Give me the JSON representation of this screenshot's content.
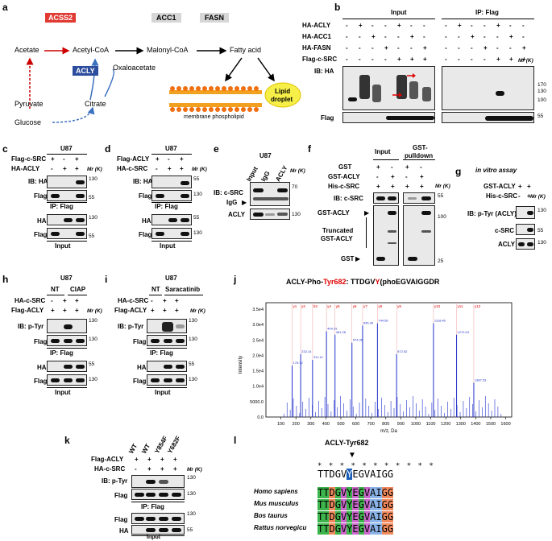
{
  "panel_a": {
    "label": "a",
    "acss2": "ACSS2",
    "acc1": "ACC1",
    "fasn": "FASN",
    "acly": "ACLY",
    "acetate": "Acetate",
    "acetylcoa": "Acetyl-CoA",
    "malonylcoa": "Malonyl-CoA",
    "fattyacid": "Fatty acid",
    "oxaloacetate": "Oxaloacetate",
    "citrate": "Citrate",
    "pyruvate": "Pyruvate",
    "glucose": "Glucose",
    "membrane": "membrane phospholipid",
    "lipid1": "Lipid",
    "lipid2": "droplet"
  },
  "panel_b": {
    "label": "b",
    "input": "Input",
    "ip": "IP: Flag",
    "rows": [
      "HA-ACLY",
      "HA-ACC1",
      "HA-FASN",
      "Flag-c-SRC"
    ],
    "ib_ha": "IB: HA",
    "flag": "Flag",
    "mr": "Mr (K)",
    "mw": [
      "170",
      "130",
      "100",
      "55"
    ],
    "signs": [
      [
        "-",
        "+",
        "-",
        "-",
        "+",
        "-",
        "-"
      ],
      [
        "-",
        "-",
        "+",
        "-",
        "-",
        "+",
        "-"
      ],
      [
        "-",
        "-",
        "-",
        "+",
        "-",
        "-",
        "+"
      ],
      [
        "-",
        "-",
        "-",
        "-",
        "+",
        "+",
        "+"
      ]
    ],
    "signs_ip": [
      [
        "-",
        "+",
        "-",
        "-",
        "+",
        "-",
        "-"
      ],
      [
        "-",
        "-",
        "+",
        "-",
        "-",
        "+",
        "-"
      ],
      [
        "-",
        "-",
        "-",
        "+",
        "-",
        "-",
        "+"
      ],
      [
        "-",
        "-",
        "-",
        "-",
        "+",
        "+",
        "+"
      ]
    ]
  },
  "panel_c": {
    "label": "c",
    "cell": "U87",
    "rows": [
      "Flag-c-SRC",
      "HA-ACLY"
    ],
    "signs": [
      [
        "+",
        "-",
        "+"
      ],
      [
        "-",
        "+",
        "+"
      ]
    ],
    "mr": "Mr (K)",
    "ib": "IB: HA",
    "flag": "Flag",
    "ip": "IP: Flag",
    "ha": "HA",
    "input": "Input",
    "mw": [
      "130",
      "55",
      "130",
      "55"
    ]
  },
  "panel_d": {
    "label": "d",
    "cell": "U87",
    "rows": [
      "Flag-ACLY",
      "HA-c-SRC"
    ],
    "signs": [
      [
        "+",
        "-",
        "+"
      ],
      [
        "-",
        "+",
        "+"
      ]
    ],
    "mr": "Mr (K)",
    "ib": "IB: HA",
    "flag": "Flag",
    "ip": "IP: Flag",
    "ha": "HA",
    "input": "Input",
    "mw": [
      "55",
      "130",
      "55",
      "130"
    ]
  },
  "panel_e": {
    "label": "e",
    "cell": "U87",
    "cols": [
      "Input",
      "IgG",
      "ACLY"
    ],
    "ib": "IB: c-SRC",
    "igg": "IgG",
    "acly": "ACLY",
    "mr": "Mr (K)",
    "mw": [
      "70",
      "130"
    ]
  },
  "panel_f": {
    "label": "f",
    "input": "Input",
    "pulldown1": "GST-",
    "pulldown2": "pulldown",
    "rows": [
      "GST",
      "GST-ACLY",
      "His-c-SRC"
    ],
    "signs": [
      [
        "+",
        "-",
        "+",
        "-"
      ],
      [
        "-",
        "+",
        "-",
        "+"
      ],
      [
        "+",
        "+",
        "+",
        "+"
      ]
    ],
    "mr": "Mr (K)",
    "ib": "IB:  c-SRC",
    "gstacly": "GST-ACLY",
    "trunc1": "Truncated",
    "trunc2": "GST-ACLY",
    "gst": "GST",
    "mw": [
      "55",
      "100",
      "25"
    ]
  },
  "panel_g": {
    "label": "g",
    "title": "in vitro assay",
    "rows": [
      "GST-ACLY",
      "His-c-SRC"
    ],
    "signs": [
      [
        "+",
        "+"
      ],
      [
        "-",
        "+"
      ]
    ],
    "mr": "Mr (K)",
    "ib": "IB: p-Tyr (ACLY)",
    "csrc": "c-SRC",
    "acly": "ACLY",
    "mw": [
      "130",
      "55",
      "130"
    ]
  },
  "panel_h": {
    "label": "h",
    "cell": "U87",
    "nt": "NT",
    "ciap": "CIAP",
    "rows": [
      "HA-c-SRC",
      "Flag-ACLY"
    ],
    "signs": [
      [
        "-",
        "+",
        "+"
      ],
      [
        "+",
        "+",
        "+"
      ]
    ],
    "mr": "Mr (K)",
    "ib": "IB: p-Tyr",
    "flag": "Flag",
    "ip": "IP: Flag",
    "ha": "HA",
    "input": "Input",
    "mw": [
      "130",
      "130",
      "55",
      "130"
    ]
  },
  "panel_i": {
    "label": "i",
    "cell": "U87",
    "nt": "NT",
    "drug": "Saracatinib",
    "rows": [
      "HA-c-SRC",
      "Flag-ACLY"
    ],
    "signs": [
      [
        "-",
        "+",
        "+"
      ],
      [
        "+",
        "+",
        "+"
      ]
    ],
    "mr": "Mr (K)",
    "ib": "IB:  p-Tyr",
    "flag": "Flag",
    "ip": "IP: Flag",
    "ha": "HA",
    "input": "Input",
    "mw": [
      "130",
      "130",
      "55",
      "130"
    ]
  },
  "panel_j": {
    "label": "j",
    "title_a": "ACLY-Pho-",
    "title_b": "Tyr682",
    "title_c": ":  TTDGV",
    "title_d": "Y",
    "title_e": "(phoEGVAIGGDR",
    "ylabel": "Intensity",
    "xlabel": "m/z, Da",
    "xticks": [
      "100",
      "200",
      "300",
      "400",
      "500",
      "600",
      "700",
      "800",
      "900",
      "1000",
      "1100",
      "1200",
      "1300",
      "1400",
      "1500",
      "1600"
    ],
    "yticks": [
      "3.5e4",
      "3.0e4",
      "2.5e4",
      "2.0e4",
      "1.5e4",
      "1.0e4",
      "5000.0",
      "0.0"
    ],
    "labeled_peaks": [
      [
        "y1",
        "175.12"
      ],
      [
        "y2",
        "232.14"
      ],
      [
        "b3",
        "311.12"
      ],
      [
        "y4",
        "404.19"
      ],
      [
        "y5",
        "461.28"
      ],
      [
        "y6",
        "574.36"
      ],
      [
        "y7",
        "645.40"
      ],
      [
        "y8",
        "744.56"
      ],
      [
        "y9",
        "872.52"
      ],
      [
        "y10",
        "1118.46"
      ],
      [
        "y11",
        "1272.04"
      ],
      [
        "y12",
        "1387.53"
      ]
    ]
  },
  "panel_k": {
    "label": "k",
    "cols": [
      "WT",
      "WT",
      "Y854F",
      "Y682F"
    ],
    "rows": [
      "Flag-ACLY",
      "HA-c-SRC"
    ],
    "signs": [
      [
        "+",
        "+",
        "+",
        "+"
      ],
      [
        "-",
        "+",
        "+",
        "+"
      ]
    ],
    "mr": "Mr (K)",
    "ib": "IB: p-Tyr",
    "flag": "Flag",
    "ip": "IP: Flag",
    "ha": "HA",
    "input": "Input",
    "mw": [
      "130",
      "130",
      "130",
      "55"
    ]
  },
  "panel_l": {
    "label": "l",
    "title": "ACLY-Tyr682",
    "stars": "* * * * * * * * * * *",
    "consensus": "TTDGVYEGVAIGG",
    "species": [
      "Homo sapiens",
      "Mus musculus",
      "Bos taurus",
      "Rattus norvegicu"
    ],
    "seq": "TTDGVYEGVAIGG"
  }
}
